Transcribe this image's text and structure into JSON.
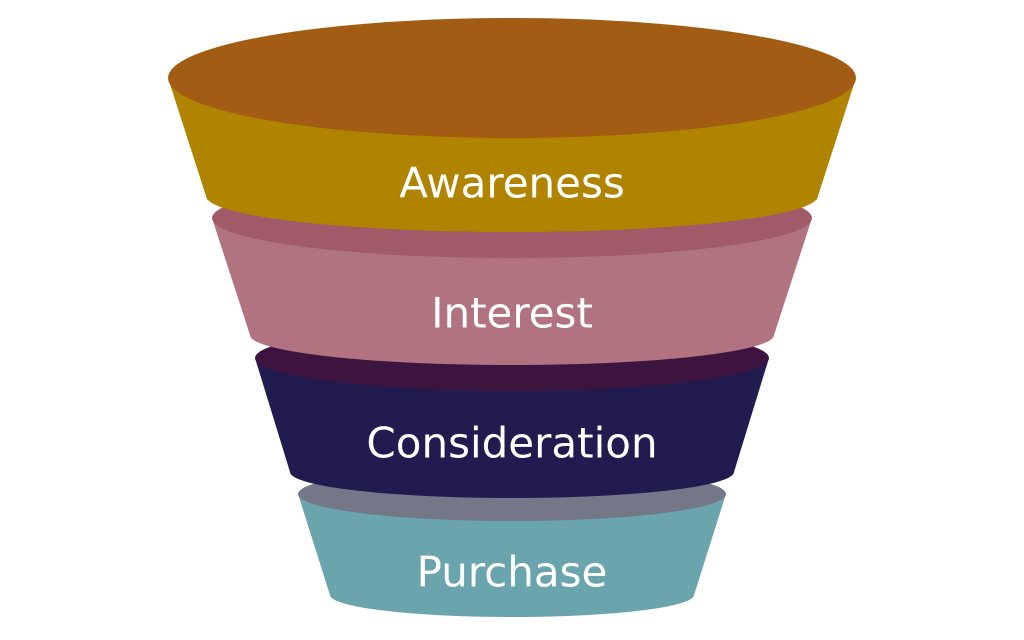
{
  "funnel": {
    "stages": [
      {
        "label": "Awareness",
        "side_color": "#b08400",
        "top_color": "#a35c14"
      },
      {
        "label": "Interest",
        "side_color": "#b0737f",
        "top_color": "#a05a69"
      },
      {
        "label": "Consideration",
        "side_color": "#221b4f",
        "top_color": "#3d1440"
      },
      {
        "label": "Purchase",
        "side_color": "#6aa5ad",
        "top_color": "#737787"
      }
    ]
  }
}
